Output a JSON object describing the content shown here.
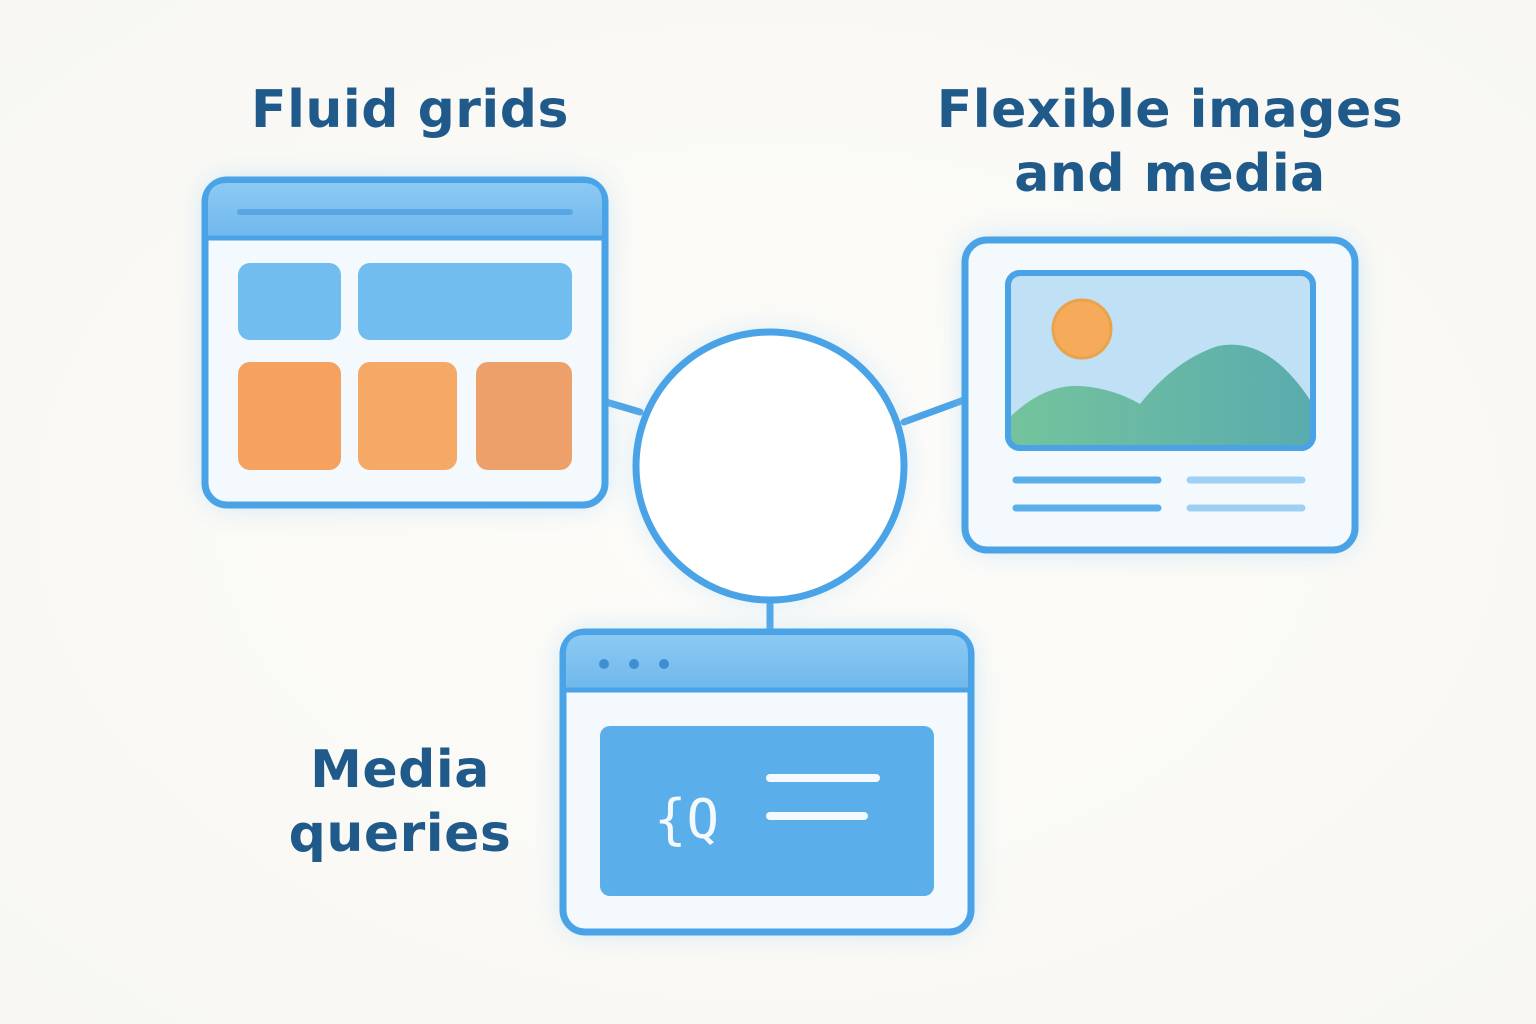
{
  "labels": {
    "fluid_grids": "Fluid grids",
    "flexible_line1": "Flexible images",
    "flexible_line2": "and media",
    "media_line1": "Media",
    "media_line2": "queries"
  },
  "code_glyph": "{Q",
  "colors": {
    "stroke": "#4aa3e6",
    "frame_fill": "#f4f9fd",
    "header_fill": "#7cc0f0",
    "tile_blue": "#72bdf0",
    "tile_orange": "#f5a261",
    "label_text": "#1f5a8a",
    "sun": "#f5ab5a",
    "hills": "#5cb88a",
    "sky": "#bfe0f5"
  },
  "icons": {
    "center": "hub-circle-icon",
    "fluid": "grid-layout-icon",
    "flexible": "image-media-icon",
    "queries": "code-window-icon"
  }
}
